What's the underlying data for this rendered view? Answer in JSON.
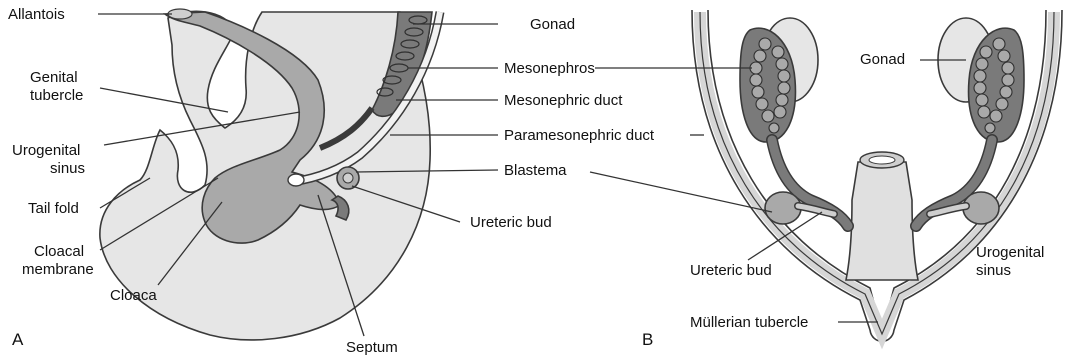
{
  "panel_a": {
    "letter": "A",
    "labels": {
      "allantois": "Allantois",
      "genital_tubercle": [
        "Genital",
        "tubercle"
      ],
      "urogenital_sinus": [
        "Urogenital",
        "sinus"
      ],
      "tail_fold": "Tail fold",
      "cloacal_membrane": [
        "Cloacal",
        "membrane"
      ],
      "cloaca": "Cloaca",
      "septum": "Septum",
      "gonad": "Gonad",
      "mesonephros": "Mesonephros",
      "mesonephric_duct": "Mesonephric duct",
      "paramesonephric_duct": "Paramesonephric duct",
      "blastema": "Blastema",
      "ureteric_bud": "Ureteric bud"
    }
  },
  "panel_b": {
    "letter": "B",
    "labels": {
      "gonad": "Gonad",
      "ureteric_bud": "Ureteric bud",
      "urogenital_sinus": [
        "Urogenital",
        "sinus"
      ],
      "mullerian_tubercle": "Müllerian tubercle"
    }
  },
  "colors": {
    "light_fill": "#e6e6e6",
    "mid_fill": "#a9a9a9",
    "dark_fill": "#7a7a7a",
    "outline": "#3a3a3a"
  }
}
